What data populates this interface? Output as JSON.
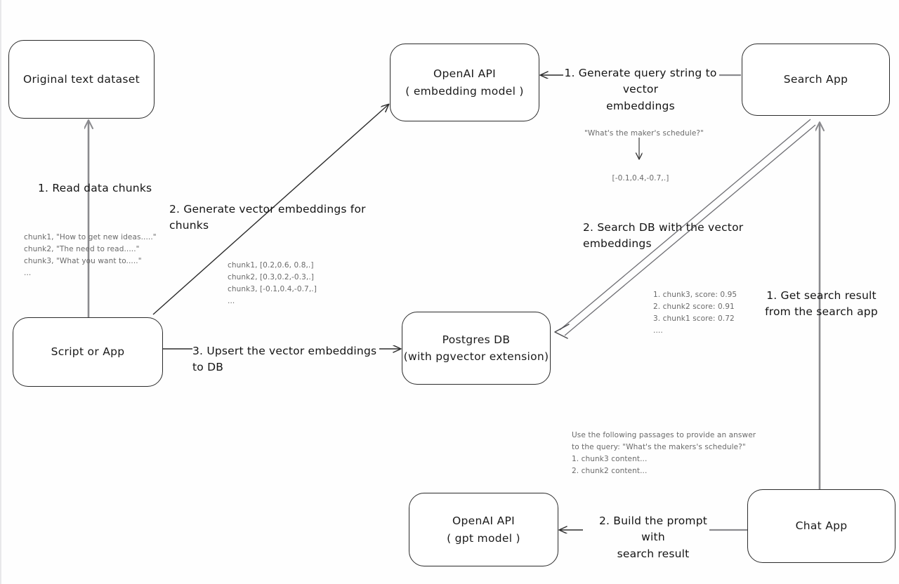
{
  "diagram": {
    "title": "Vector search RAG architecture",
    "background_color": "#fefefe",
    "node_stroke_color": "#2b2b2b",
    "arrow_dark_color": "#2b2b2b",
    "arrow_gray_color": "#8a8a8e",
    "annotation_color": "#6a6a6a"
  },
  "nodes": {
    "original_dataset": {
      "line1": "Original text dataset",
      "line2": ""
    },
    "script_or_app": {
      "line1": "Script or App",
      "line2": ""
    },
    "openai_embedding": {
      "line1": "OpenAI API",
      "line2": "( embedding model )"
    },
    "postgres_db": {
      "line1": "Postgres DB",
      "line2": "(with pgvector extension)"
    },
    "search_app": {
      "line1": "Search App",
      "line2": ""
    },
    "chat_app": {
      "line1": "Chat App",
      "line2": ""
    },
    "openai_gpt": {
      "line1": "OpenAI API",
      "line2": "( gpt model )"
    }
  },
  "edge_labels": {
    "read_data_chunks": "1. Read data chunks",
    "generate_vector_embeddings": "2. Generate vector embeddings for chunks",
    "upsert_to_db": "3. Upsert the vector embeddings  to DB",
    "generate_query_embeddings_l1": "1. Generate query string to vector",
    "generate_query_embeddings_l2": "embeddings",
    "search_db": "2. Search DB with the vector embeddings",
    "get_search_result_l1": "1. Get search result",
    "get_search_result_l2": "from the search app",
    "build_prompt_l1": "2. Build the prompt with",
    "build_prompt_l2": "search result"
  },
  "annotations": {
    "raw_chunks": "chunk1, \"How to get new ideas.....\"\nchunk2, \"The need to read.....\"\nchunk3, \"What you want to.....\"\n...",
    "chunk_vectors": "chunk1, [0.2,0.6, 0.8,.]\nchunk2, [0.3,0.2,-0.3,.]\nchunk3, [-0.1,0.4,-0.7,.]\n...",
    "query_string": "\"What's the maker's schedule?\"",
    "query_vector": "[-0.1,0.4,-0.7,.]",
    "search_results": "1. chunk3, score: 0.95\n2. chunk2 score: 0.91\n3. chunk1 score: 0.72\n....",
    "prompt_text": "Use the following passages to provide an answer\nto the query: \"What's the makers's schedule?\"\n1. chunk3 content...\n2. chunk2 content..."
  }
}
